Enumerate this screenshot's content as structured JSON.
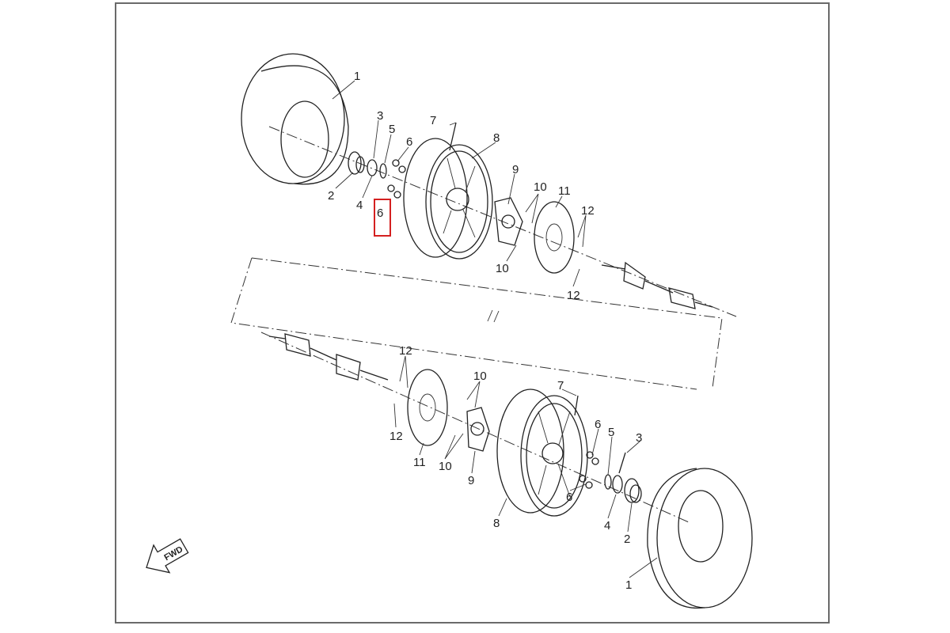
{
  "diagram": {
    "fwd_label": "FWD",
    "highlight_color": "#d42020",
    "top_assembly": {
      "callouts": [
        {
          "id": "tire",
          "label": "1"
        },
        {
          "id": "cotter-pin",
          "label": "3"
        },
        {
          "id": "washer",
          "label": "5"
        },
        {
          "id": "nut-upper",
          "label": "6"
        },
        {
          "id": "bolt",
          "label": "7"
        },
        {
          "id": "rim",
          "label": "8"
        },
        {
          "id": "hub-cap",
          "label": "2"
        },
        {
          "id": "castle-nut",
          "label": "4"
        },
        {
          "id": "nut-lower-highlighted",
          "label": "6"
        },
        {
          "id": "hub",
          "label": "9"
        },
        {
          "id": "stud-upper",
          "label": "10"
        },
        {
          "id": "brake-disc",
          "label": "11"
        },
        {
          "id": "disc-bolt-upper",
          "label": "12"
        },
        {
          "id": "stud-lower",
          "label": "10"
        },
        {
          "id": "disc-bolt-lower",
          "label": "12"
        }
      ]
    },
    "bottom_assembly": {
      "callouts": [
        {
          "id": "disc-bolt-upper",
          "label": "12"
        },
        {
          "id": "stud-upper",
          "label": "10"
        },
        {
          "id": "bolt",
          "label": "7"
        },
        {
          "id": "disc-bolt-lower",
          "label": "12"
        },
        {
          "id": "brake-disc",
          "label": "11"
        },
        {
          "id": "stud-lower",
          "label": "10"
        },
        {
          "id": "hub",
          "label": "9"
        },
        {
          "id": "nut-upper",
          "label": "6"
        },
        {
          "id": "washer",
          "label": "5"
        },
        {
          "id": "cotter-pin",
          "label": "3"
        },
        {
          "id": "nut-lower",
          "label": "6"
        },
        {
          "id": "castle-nut",
          "label": "4"
        },
        {
          "id": "hub-cap",
          "label": "2"
        },
        {
          "id": "rim",
          "label": "8"
        },
        {
          "id": "tire",
          "label": "1"
        }
      ]
    }
  }
}
